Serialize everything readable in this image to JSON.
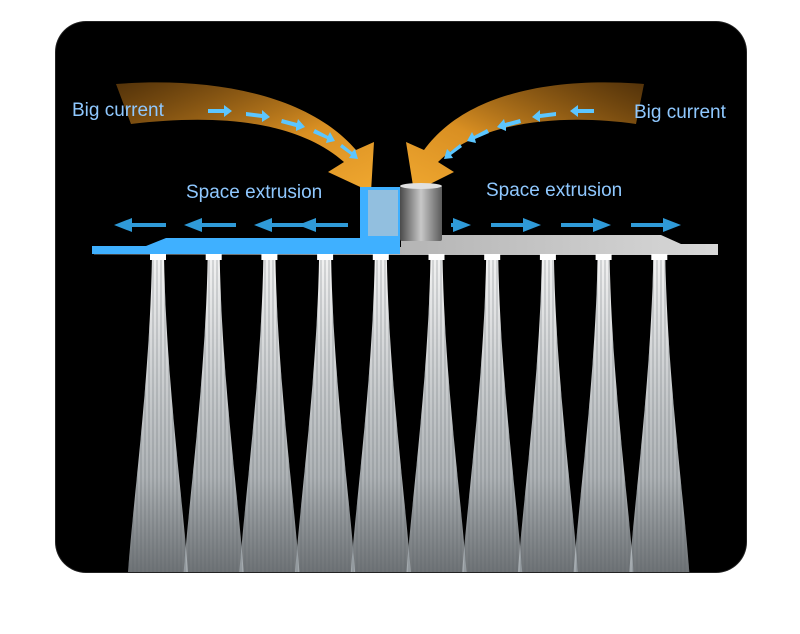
{
  "labels": {
    "big_current_left": "Big current",
    "big_current_right": "Big current",
    "extrusion_left": "Space extrusion",
    "extrusion_right": "Space extrusion"
  },
  "colors": {
    "background": "#000000",
    "flow_arrow": "#e29a2a",
    "water_channel": "#3fb0ff",
    "label_text": "#8fc8ff",
    "plate": "#9a9a9a"
  },
  "nozzle_count": 10
}
